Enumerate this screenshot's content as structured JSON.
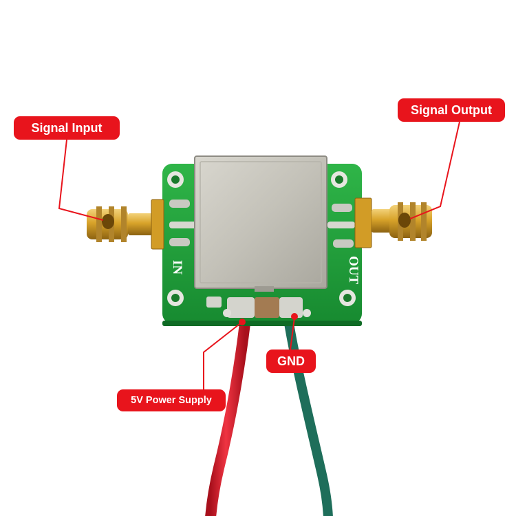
{
  "callouts": {
    "signal_input": "Signal Input",
    "signal_output": "Signal Output",
    "gnd": "GND",
    "power_supply": "5V Power Supply"
  },
  "board_silkscreen": {
    "in_label": "IN",
    "out_label": "OUT"
  },
  "colors": {
    "callout_red": "#e8141c",
    "pcb_green": "#1fa33a",
    "shield_silver": "#c8c6bd",
    "connector_gold": "#d8a32a",
    "power_wire_red": "#d81e2c",
    "ground_wire_green": "#1e6e5a"
  }
}
